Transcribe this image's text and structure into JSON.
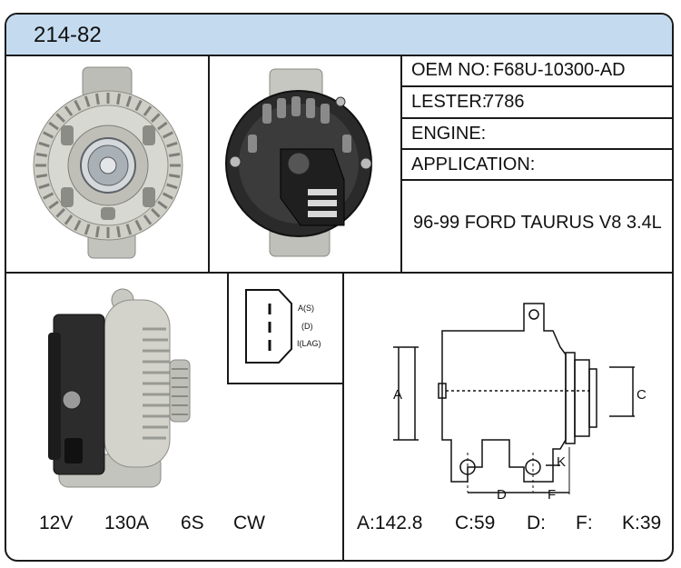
{
  "header": {
    "part_number": "214-82"
  },
  "info": {
    "oem_label": "OEM NO:",
    "oem_value": "F68U-10300-AD",
    "lester_label": "LESTER:",
    "lester_value": "7786",
    "engine_label": "ENGINE:",
    "engine_value": "",
    "application_label": "APPLICATION:",
    "application_value": "96-99 FORD TAURUS V8 3.4L"
  },
  "specs": {
    "voltage": "12V",
    "amperage": "130A",
    "pulley": "6S",
    "rotation": "CW"
  },
  "connector": {
    "pin1": "A(S)",
    "pin2": "(D)",
    "pin3": "I(LAG)"
  },
  "drawing": {
    "label_a": "A",
    "label_c": "C",
    "label_d": "D",
    "label_f": "F",
    "label_k": "K"
  },
  "dimensions": {
    "a": "A:142.8",
    "c": "C:59",
    "d": "D:",
    "f": "F:",
    "k": "K:39"
  }
}
